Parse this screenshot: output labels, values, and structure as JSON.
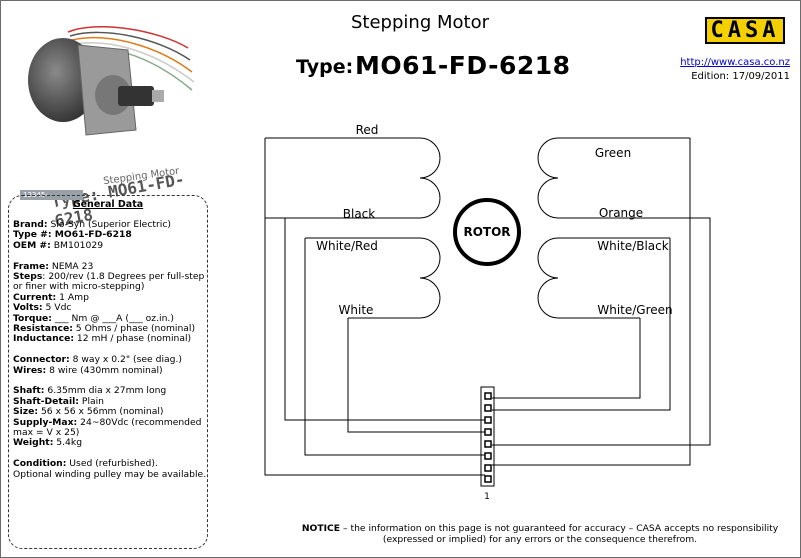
{
  "header": {
    "title": "Stepping Motor",
    "type_label": "Type:",
    "type_value": "MO61-FD-6218",
    "logo": "CASA",
    "url": "http://www.casa.co.nz",
    "edition": "Edition: 17/09/2011"
  },
  "photo": {
    "caption_small": "Stepping Motor",
    "caption_type": "Type: MO61-FD-6218",
    "watermark": "12345-wizard.co.nz"
  },
  "general_data": {
    "title": "General Data",
    "brand_label": "Brand:",
    "brand_value": " Slo-Syn (Superior Electric)",
    "type_label": "Type #:",
    "type_value": " MO61-FD-6218",
    "oem_label": "OEM #:",
    "oem_value": " BM101029",
    "frame_label": "Frame:",
    "frame_value": " NEMA 23",
    "steps_label": "Steps",
    "steps_value": ": 200/rev (1.8 Degrees per full-step",
    "steps_value2": "or finer with micro-stepping)",
    "current_label": "Current:",
    "current_value": " 1 Amp",
    "volts_label": "Volts:",
    "volts_value": " 5 Vdc",
    "torque_label": "Torque:",
    "torque_value": "  ___ Nm @ ___A (___ oz.in.)",
    "resistance_label": "Resistance:",
    "resistance_value": " 5  Ohms / phase (nominal)",
    "inductance_label": "Inductance:",
    "inductance_value": " 12 mH / phase (nominal)",
    "connector_label": "Connector:",
    "connector_value": " 8 way x 0.2\" (see diag.)",
    "wires_label": "Wires:",
    "wires_value": " 8 wire (430mm nominal)",
    "shaft_label": "Shaft:",
    "shaft_value": " 6.35mm dia x 27mm long",
    "shaft_detail_label": "Shaft-Detail:",
    "shaft_detail_value": " Plain",
    "size_label": "Size:",
    "size_value": " 56 x 56 x 56mm (nominal)",
    "supply_label": "Supply-Max:",
    "supply_value": " 24~80Vdc (recommended",
    "supply_value2": "max = V x 25)",
    "weight_label": "Weight:",
    "weight_value": " 5.4kg",
    "condition_label": "Condition:",
    "condition_value": " Used (refurbished).",
    "condition_value2": "Optional winding pulley may be available."
  },
  "diagram": {
    "rotor": "ROTOR",
    "wires_left": [
      "Red",
      "Black",
      "White/Red",
      "White"
    ],
    "wires_right": [
      "Green",
      "Orange",
      "White/Black",
      "White/Green"
    ],
    "connector_pin": "1"
  },
  "notice": {
    "label": "NOTICE",
    "text": " – the information on this page is not guaranteed for accuracy – CASA accepts no responsibility",
    "text2": "(expressed or implied) for any errors or the consequence therefrom."
  }
}
